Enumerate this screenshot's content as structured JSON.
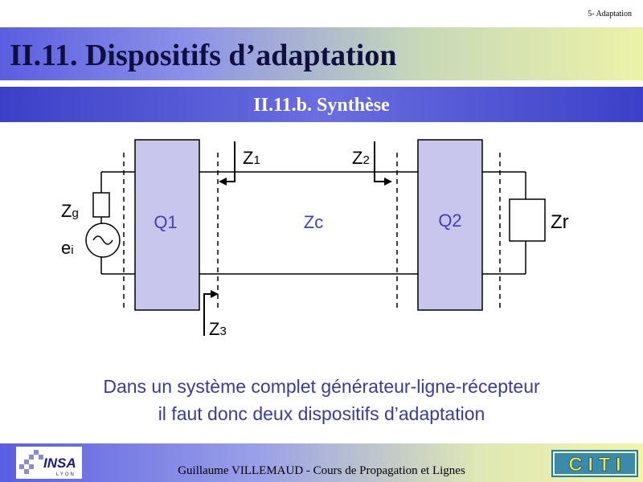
{
  "header": {
    "chapter_label": "5- Adaptation",
    "title": "II.11. Dispositifs d’adaptation",
    "subtitle": "II.11.b. Synthèse"
  },
  "diagram": {
    "q1_label": "Q1",
    "q2_label": "Q2",
    "line_label": "Zc",
    "z1_label": "Z",
    "z1_sub": "1",
    "z2_label": "Z",
    "z2_sub": "2",
    "z3_label": "Z",
    "z3_sub": "3",
    "zg_label": "Z",
    "zg_sub": "g",
    "ei_label": "e",
    "ei_sub": "i",
    "zr_label": "Zr",
    "colors": {
      "quadripole_fill": "#c8c6ec",
      "label_blue": "#4040c0",
      "wire": "#000000"
    }
  },
  "caption": {
    "line1": "Dans un système complet générateur-ligne-récepteur",
    "line2": "il faut donc deux dispositifs d’adaptation"
  },
  "footer": {
    "text": "Guillaume VILLEMAUD - Cours de Propagation et Lignes",
    "insa_logo_text": "INSA",
    "insa_logo_subtext": "LYON",
    "citi_logo_text": "C I T I"
  }
}
